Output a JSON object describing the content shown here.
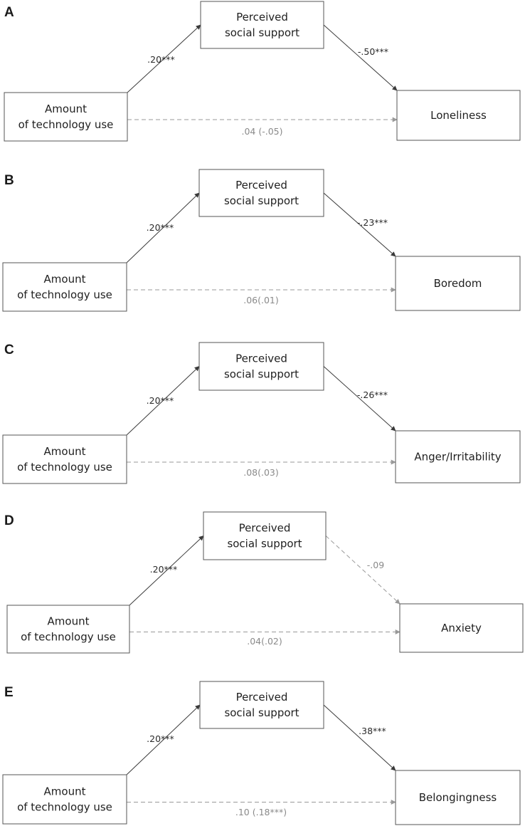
{
  "panels": [
    {
      "letter": "A",
      "predictor": [
        "Amount",
        "of technology use"
      ],
      "mediator": [
        "Perceived",
        "social support"
      ],
      "outcome": [
        "Loneliness"
      ],
      "path_a": ".20***",
      "path_b": "-.50***",
      "path_c": ".04 (-.05)",
      "path_b_significant": true
    },
    {
      "letter": "B",
      "predictor": [
        "Amount",
        "of technology use"
      ],
      "mediator": [
        "Perceived",
        "social support"
      ],
      "outcome": [
        "Boredom"
      ],
      "path_a": ".20***",
      "path_b": "-.23***",
      "path_c": ".06(.01)",
      "path_b_significant": true
    },
    {
      "letter": "C",
      "predictor": [
        "Amount",
        "of technology use"
      ],
      "mediator": [
        "Perceived",
        "social support"
      ],
      "outcome": [
        "Anger/Irritability"
      ],
      "path_a": ".20***",
      "path_b": "-.26***",
      "path_c": ".08(.03)",
      "path_b_significant": true
    },
    {
      "letter": "D",
      "predictor": [
        "Amount",
        "of technology use"
      ],
      "mediator": [
        "Perceived",
        "social support"
      ],
      "outcome": [
        "Anxiety"
      ],
      "path_a": ".20***",
      "path_b": "-.09",
      "path_c": ".04(.02)",
      "path_b_significant": false
    },
    {
      "letter": "E",
      "predictor": [
        "Amount",
        "of technology use"
      ],
      "mediator": [
        "Perceived",
        "social support"
      ],
      "outcome": [
        "Belongingness"
      ],
      "path_a": ".20***",
      "path_b": ".38***",
      "path_c": ".10 (.18***)",
      "path_b_significant": true
    }
  ],
  "colors": {
    "box_stroke": "#555555",
    "solid_arrow": "#3a3a3a",
    "dashed_arrow": "#999999",
    "text": "#1f1f1f",
    "nonsignificant_text": "#8a8a8a"
  }
}
